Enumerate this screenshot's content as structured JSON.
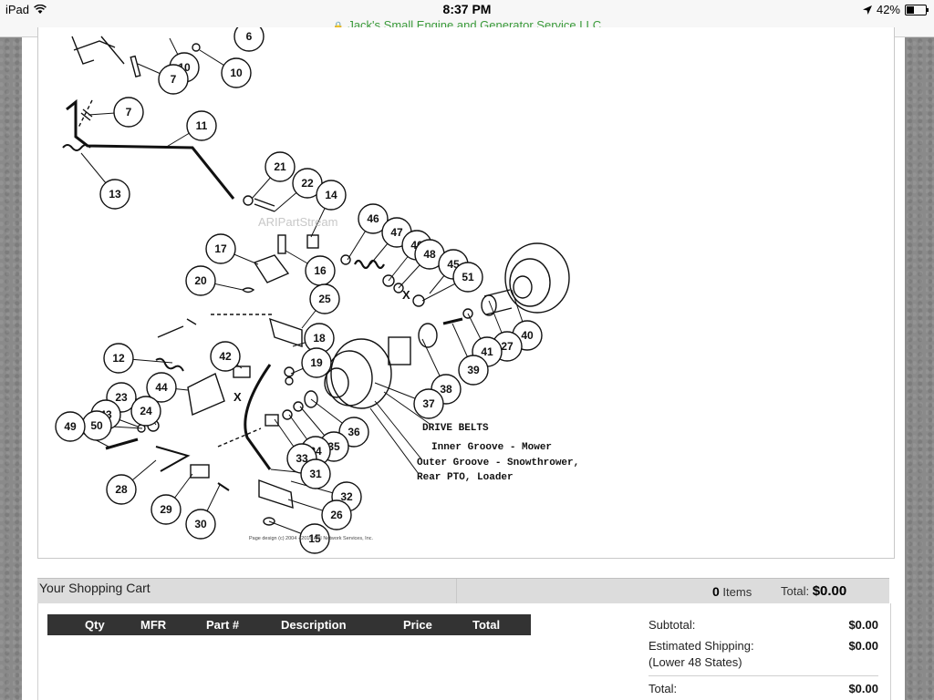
{
  "status_bar": {
    "device": "iPad",
    "time": "8:37 PM",
    "battery": "42%",
    "battery_level": 0.42,
    "url": "Jack's Small Engine and Generator Service LLC"
  },
  "diagram": {
    "watermark": "ARIPartStream",
    "footer": "Page design (c) 2004 - 2016 ARI Network Services, Inc.",
    "notes": [
      "DRIVE BELTS",
      "Inner Groove - Mower",
      "Outer Groove - Snowthrower,",
      "Rear PTO, Loader"
    ],
    "x_marks": [
      "X",
      "X"
    ],
    "callouts": [
      "6",
      "10",
      "7",
      "10",
      "7",
      "11",
      "13",
      "21",
      "22",
      "14",
      "46",
      "47",
      "46",
      "48",
      "45",
      "51",
      "17",
      "16",
      "20",
      "25",
      "40",
      "27",
      "41",
      "39",
      "18",
      "12",
      "42",
      "19",
      "38",
      "44",
      "23",
      "24",
      "43",
      "50",
      "49",
      "37",
      "36",
      "35",
      "34",
      "33",
      "31",
      "32",
      "28",
      "29",
      "30",
      "26",
      "15"
    ]
  },
  "cart": {
    "title": "Your Shopping Cart",
    "items_count": "0",
    "items_label": "Items",
    "total_label": "Total:",
    "total_value": "$0.00",
    "columns": [
      "Qty",
      "MFR",
      "Part #",
      "Description",
      "Price",
      "Total"
    ],
    "summary": {
      "subtotal_label": "Subtotal:",
      "subtotal_value": "$0.00",
      "shipping_label": "Estimated Shipping:",
      "shipping_sub": "(Lower 48 States)",
      "shipping_value": "$0.00",
      "total_label": "Total:",
      "total_value": "$0.00"
    }
  }
}
